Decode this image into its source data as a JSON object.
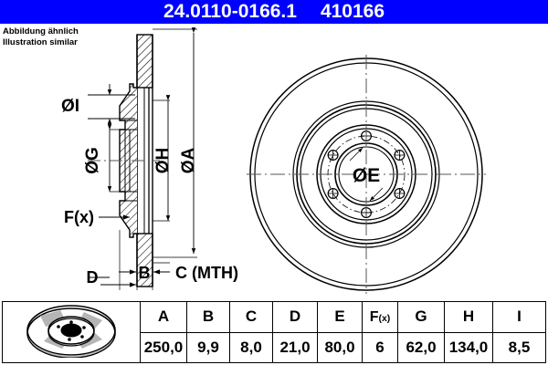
{
  "header": {
    "part_number": "24.0110-0166.1",
    "reference_number": "410166",
    "background_color": "#0000FF",
    "text_color": "#FFFFFF"
  },
  "note": {
    "line_de": "Abbildung ähnlich",
    "line_en": "Illustration similar"
  },
  "drawing": {
    "section_view": {
      "name": "cross-section-view",
      "dimension_labels": [
        {
          "id": "I",
          "label": "ØI"
        },
        {
          "id": "G",
          "label": "ØG"
        },
        {
          "id": "Fx",
          "label": "F(x)"
        },
        {
          "id": "H",
          "label": "ØH"
        },
        {
          "id": "A",
          "label": "ØA"
        },
        {
          "id": "D",
          "label": "D"
        },
        {
          "id": "B",
          "label": "B"
        },
        {
          "id": "C",
          "label": "C (MTH)"
        }
      ]
    },
    "front_view": {
      "name": "front-face-view",
      "center_label": "ØE",
      "bolt_hole_count": 6
    }
  },
  "spec_table": {
    "columns": [
      "A",
      "B",
      "C",
      "D",
      "E",
      "F(x)",
      "G",
      "H",
      "I"
    ],
    "fx_column": {
      "main": "F",
      "sub": "(x)"
    },
    "values": [
      "250,0",
      "9,9",
      "8,0",
      "21,0",
      "80,0",
      "6",
      "62,0",
      "134,0",
      "8,5"
    ],
    "icon": "brake-disc-icon"
  }
}
